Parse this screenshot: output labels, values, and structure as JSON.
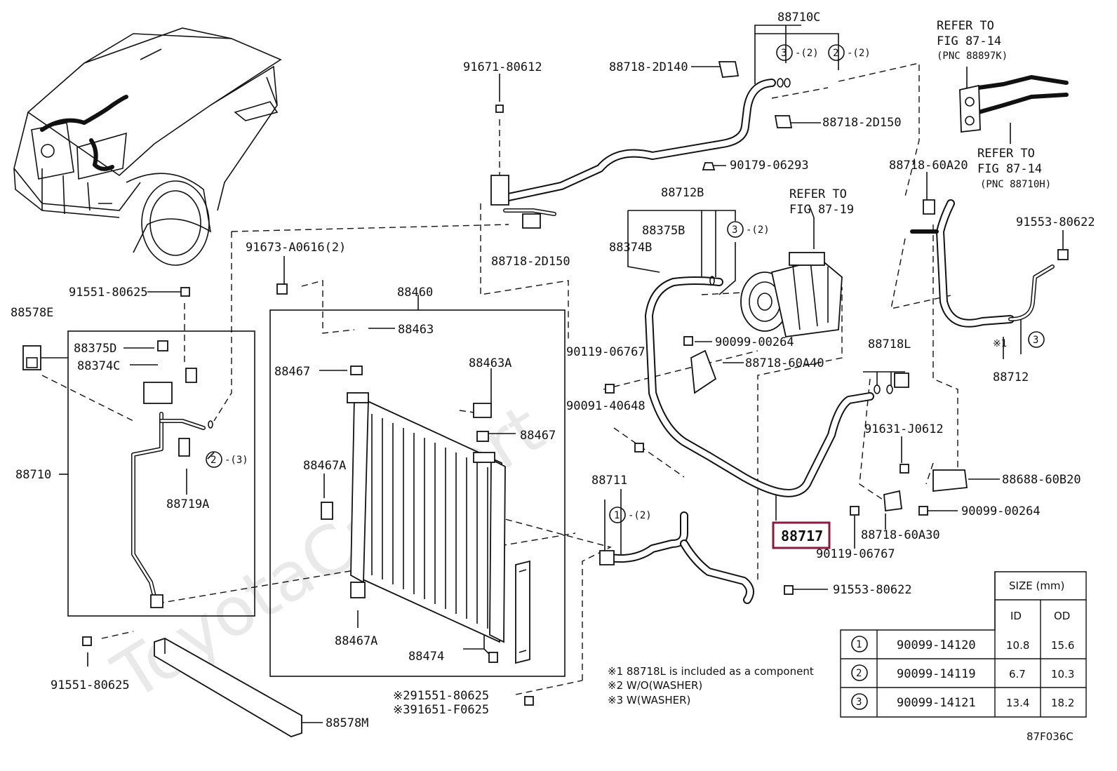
{
  "diagram_id": "87F036C",
  "watermark": "ToyotaCarMart",
  "highlight_color": "#8b1a3c",
  "highlighted_part": "88717",
  "part_labels": {
    "p88710C": "88710C",
    "p88718_2D140": "88718-2D140",
    "p88718_2D150a": "88718-2D150",
    "p88718_2D150b": "88718-2D150",
    "p91671_80612": "91671-80612",
    "p90179_06293": "90179-06293",
    "p88712B": "88712B",
    "p88375B": "88375B",
    "p88374B": "88374B",
    "p88718_60A20": "88718-60A20",
    "p91553_80622a": "91553-80622",
    "p91553_80622b": "91553-80622",
    "p91673_A0616": "91673-A0616(2)",
    "p91551_80625a": "91551-80625",
    "p91551_80625b": "91551-80625",
    "p88578E": "88578E",
    "p88375D": "88375D",
    "p88374C": "88374C",
    "p88710": "88710",
    "p88719A": "88719A",
    "p88460": "88460",
    "p88463": "88463",
    "p88467a": "88467",
    "p88467b": "88467",
    "p88463A": "88463A",
    "p88467Aa": "88467A",
    "p88467Ab": "88467A",
    "p88474": "88474",
    "p88578M": "88578M",
    "p90119_06767a": "90119-06767",
    "p90119_06767b": "90119-06767",
    "p90099_00264a": "90099-00264",
    "p90099_00264b": "90099-00264",
    "p88718_60A40": "88718-60A40",
    "p90091_40648": "90091-40648",
    "p88718L": "88718L",
    "p88712": "88712",
    "p91631_J0612": "91631-J0612",
    "p88688_60B20": "88688-60B20",
    "p88718_60A30": "88718-60A30",
    "p88711": "88711",
    "p88717": "88717",
    "p91551_80625c": "※291551-80625",
    "p91651_F0625": "※391651-F0625"
  },
  "refer_notes": {
    "ref1_line1": "REFER TO",
    "ref1_line2": "FIG 87-14",
    "ref1_line3": "(PNC 88897K)",
    "ref2_line1": "REFER TO",
    "ref2_line2": "FIG 87-14",
    "ref2_line3": "(PNC 88710H)",
    "ref3_line1": "REFER TO",
    "ref3_line2": "FIG 87-19"
  },
  "callouts": {
    "c1": "1",
    "c2": "2",
    "c3": "3",
    "x2": "-(2)",
    "x3": "-(3)",
    "n1mark": "※1"
  },
  "footnotes": [
    "※1 88718L is included as a component",
    "※2 W/O(WASHER)",
    "※3 W(WASHER)"
  ],
  "size_table": {
    "header": "SIZE (mm)",
    "col_id": "ID",
    "col_od": "OD",
    "rows": [
      {
        "num": "1",
        "part": "90099-14120",
        "id": "10.8",
        "od": "15.6"
      },
      {
        "num": "2",
        "part": "90099-14119",
        "id": "6.7",
        "od": "10.3"
      },
      {
        "num": "3",
        "part": "90099-14121",
        "id": "13.4",
        "od": "18.2"
      }
    ]
  }
}
